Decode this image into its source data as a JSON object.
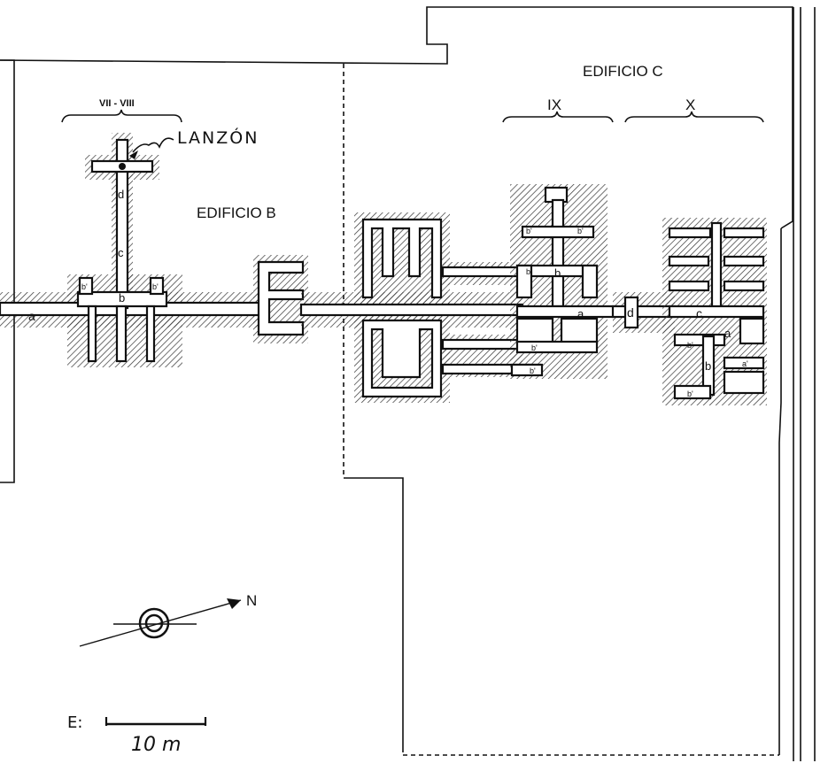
{
  "labels": {
    "edificio_b": "EDIFICIO B",
    "edificio_c": "EDIFICIO C",
    "lanzon": "LANZÓN",
    "section_vii_viii": "VII - VIII",
    "section_ix": "IX",
    "section_x": "X",
    "north": "N",
    "scale_prefix": "E:",
    "scale_value": "10 m"
  },
  "gallery_letters": {
    "a_west": "a",
    "b_lanzon": "b",
    "b1_left": "b'",
    "b2_right": "b'",
    "c_lanzon": "c",
    "d_lanzon": "d",
    "a_ix": "a",
    "b_ix": "b",
    "b1_ix_1": "b'",
    "b1_ix_2": "b'",
    "b1_ix_3": "b'",
    "b1_ix_4": "b'",
    "b1_ix_5": "b'",
    "d_ix": "d",
    "c_x": "c",
    "a_x": "a",
    "a1_x": "a'",
    "b_x": "b",
    "b1_x_1": "b'",
    "b1_x_2": "b'"
  },
  "colors": {
    "ink": "#111111",
    "paper": "#ffffff"
  }
}
